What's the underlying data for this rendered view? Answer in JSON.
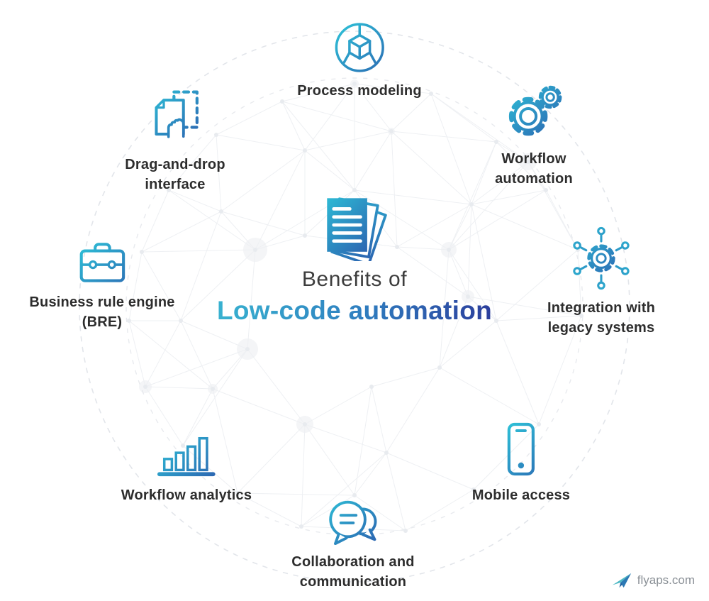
{
  "center": {
    "title_line1": "Benefits of",
    "title_line2": "Low-code automation"
  },
  "benefits": [
    {
      "id": "process-modeling",
      "icon": "cube-network-icon",
      "lines": [
        "Process modeling"
      ]
    },
    {
      "id": "workflow-automation",
      "icon": "gears-icon",
      "lines": [
        "Workflow",
        "automation"
      ]
    },
    {
      "id": "integration-legacy",
      "icon": "gear-connections-icon",
      "lines": [
        "Integration with",
        "legacy systems"
      ]
    },
    {
      "id": "mobile-access",
      "icon": "smartphone-icon",
      "lines": [
        "Mobile access"
      ]
    },
    {
      "id": "collaboration",
      "icon": "chat-bubbles-icon",
      "lines": [
        "Collaboration and",
        "communication"
      ]
    },
    {
      "id": "workflow-analytics",
      "icon": "bar-chart-icon",
      "lines": [
        "Workflow analytics"
      ]
    },
    {
      "id": "business-rule-engine",
      "icon": "briefcase-icon",
      "lines": [
        "Business rule engine",
        "(BRE)"
      ]
    },
    {
      "id": "drag-and-drop",
      "icon": "drag-document-icon",
      "lines": [
        "Drag-and-drop",
        "interface"
      ]
    }
  ],
  "footer": {
    "brand": "flyaps.com"
  },
  "colors": {
    "icon_teal": "#2EC5D9",
    "icon_blue": "#2B4FA8",
    "title_teal": "#38B2D0",
    "title_mid": "#2F7FC0",
    "title_blue": "#2C3E9C",
    "label_text": "#2D2D2D",
    "brand_text": "#8A9096",
    "logo_teal": "#4CB8C4",
    "logo_blue": "#2C79B4",
    "logo_dark": "#1F5F9E",
    "mesh_line": "#EEF0F3",
    "mesh_node": "#E8EBEF",
    "mesh_blob": "#F4F5F7",
    "dash_circle": "#E2E5EA"
  }
}
